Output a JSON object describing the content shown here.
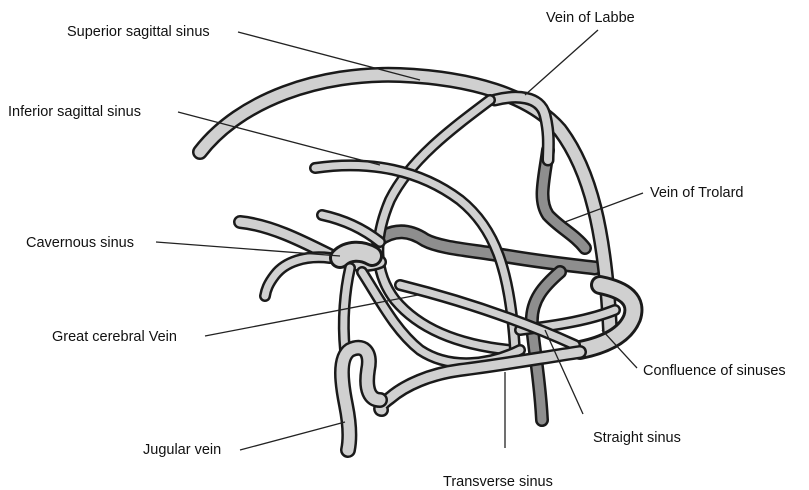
{
  "labels": {
    "superior_sagittal_sinus": "Superior sagittal sinus",
    "vein_of_labbe": "Vein of Labbe",
    "inferior_sagittal_sinus": "Inferior sagittal sinus",
    "vein_of_trolard": "Vein of Trolard",
    "cavernous_sinus": "Cavernous sinus",
    "great_cerebral_vein": "Great cerebral Vein",
    "confluence_of_sinuses": "Confluence of sinuses",
    "straight_sinus": "Straight sinus",
    "jugular_vein": "Jugular vein",
    "transverse_sinus": "Transverse sinus"
  },
  "colors": {
    "vessel_fill": "#d0d0d0",
    "vessel_dark": "#8e8e8e",
    "outline": "#1a1a1a",
    "background": "#ffffff"
  }
}
